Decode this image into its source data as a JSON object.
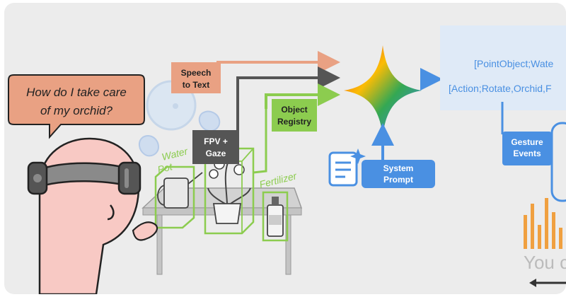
{
  "speech_bubble": {
    "text_line1": "How do I take care",
    "text_line2": "of my orchid?"
  },
  "labels": {
    "speech_to_text_1": "Speech",
    "speech_to_text_2": "to Text",
    "fpv_gaze_1": "FPV +",
    "fpv_gaze_2": "Gaze",
    "object_registry_1": "Object",
    "object_registry_2": "Registry",
    "system_prompt_1": "System",
    "system_prompt_2": "Prompt",
    "gesture_events_1": "Gesture",
    "gesture_events_2": "Events"
  },
  "objects": {
    "water_pot_1": "Water",
    "water_pot_2": "Pot",
    "fertilizer": "Fertilizer"
  },
  "output_panel": {
    "line1": "[PointObject;Wate",
    "line2": "[Action;Rotate,Orchid,F"
  },
  "audio_caption": "You ca",
  "colors": {
    "speech": "#e9a183",
    "fpv": "#555555",
    "registry": "#8ccc4f",
    "blue": "#4a90e2",
    "panel": "#dfeaf7",
    "audio": "#f0a040"
  }
}
